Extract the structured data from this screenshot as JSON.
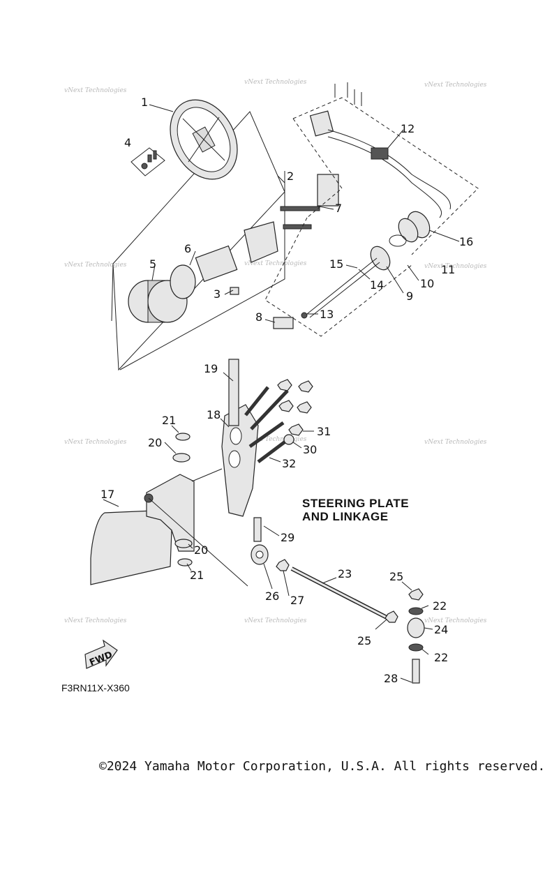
{
  "diagram": {
    "title_line1": "STEERING PLATE",
    "title_line2": "AND LINKAGE",
    "figure_code": "F3RN11X-X360",
    "fwd_label": "FWD",
    "watermark_text": "vNext Technologies",
    "callouts": {
      "c1": "1",
      "c2": "2",
      "c3": "3",
      "c4": "4",
      "c5": "5",
      "c6": "6",
      "c7": "7",
      "c8": "8",
      "c9": "9",
      "c10": "10",
      "c11": "11",
      "c12": "12",
      "c13": "13",
      "c14": "14",
      "c15": "15",
      "c16": "16",
      "c17": "17",
      "c18": "18",
      "c19": "19",
      "c20a": "20",
      "c20b": "20",
      "c21a": "21",
      "c21b": "21",
      "c22a": "22",
      "c22b": "22",
      "c23": "23",
      "c24": "24",
      "c25a": "25",
      "c25b": "25",
      "c26": "26",
      "c27": "27",
      "c28": "28",
      "c29": "29",
      "c30": "30",
      "c31": "31",
      "c32": "32"
    }
  },
  "footer": {
    "copyright": "©2024 Yamaha Motor Corporation, U.S.A. All rights reserved."
  }
}
